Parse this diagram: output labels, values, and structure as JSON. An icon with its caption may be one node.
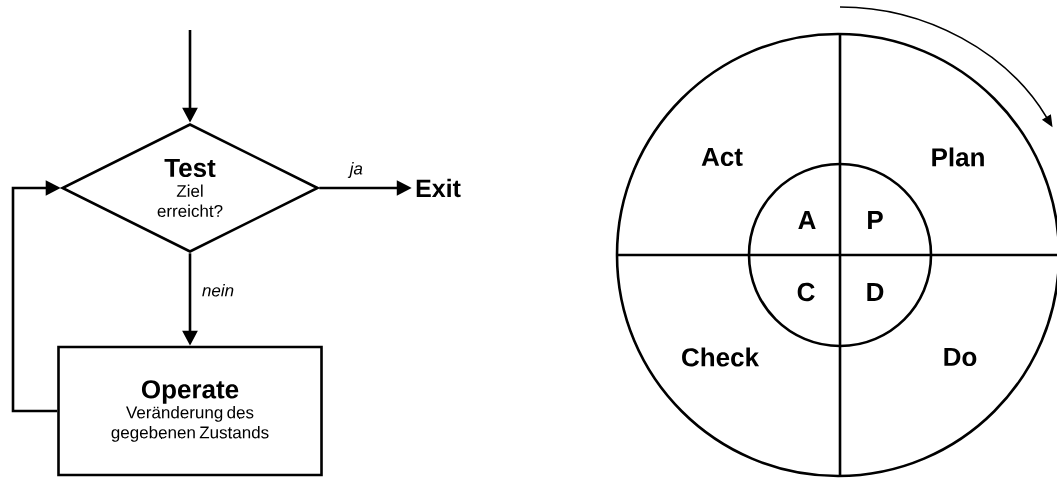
{
  "diagram": {
    "nodes": [
      {
        "text": [
          "Test",
          "Ziel erreicht?"
        ]
      },
      {
        "text": [
          "Exit"
        ]
      },
      {
        "text": [
          "Operate",
          "Veränderung des gegebenen Zustands"
        ]
      },
      {
        "text": [
          "Act",
          "Plan",
          "Check",
          "Do"
        ]
      },
      {
        "text": [
          "A",
          "P",
          "C",
          "D"
        ],
        "in": 3
      }
    ],
    "edges": [
      {
        "from": null,
        "to": 0,
        "arrow": "to"
      },
      {
        "from": 0,
        "to": 1,
        "arrow": "to",
        "label": "ja"
      },
      {
        "from": 0,
        "to": 2,
        "arrow": "to",
        "label": "nein"
      },
      {
        "from": 2,
        "to": 0,
        "arrow": "to"
      }
    ]
  }
}
